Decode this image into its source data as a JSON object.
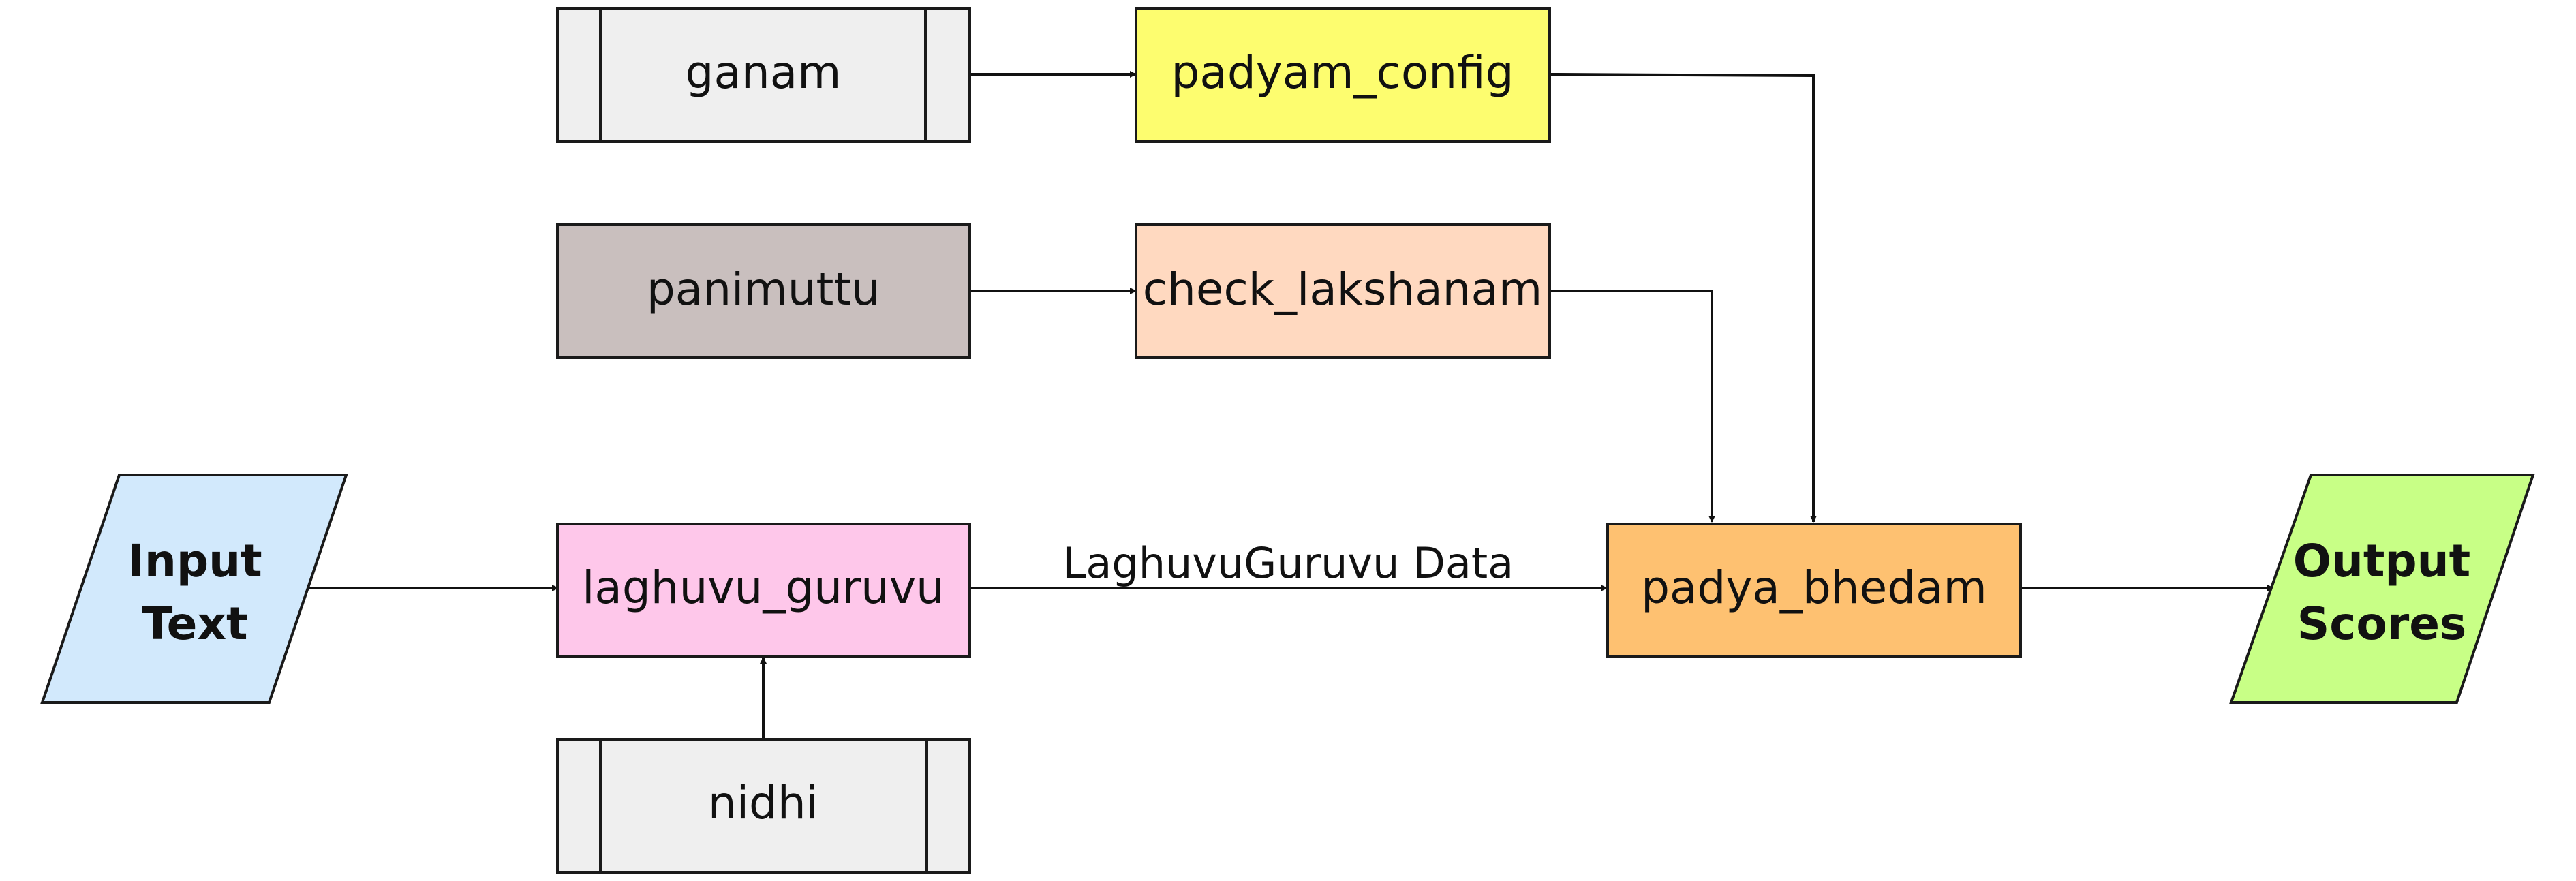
{
  "nodes": {
    "input": {
      "label_line1": "Input",
      "label_line2": "Text",
      "color": "#D2E9FC"
    },
    "ganam": {
      "label": "ganam",
      "color": "#EFEFEF"
    },
    "panimuttu": {
      "label": "panimuttu",
      "color": "#C9BFBE"
    },
    "laghuvu_guruvu": {
      "label": "laghuvu_guruvu",
      "color": "#FEC7EA"
    },
    "nidhi": {
      "label": "nidhi",
      "color": "#EFEFEF"
    },
    "padyam_config": {
      "label": "padyam_config",
      "color": "#FDFD6F"
    },
    "check_lakshanam": {
      "label": "check_lakshanam",
      "color": "#FFD9C0"
    },
    "padya_bhedam": {
      "label": "padya_bhedam",
      "color": "#FEC171"
    },
    "output": {
      "label_line1": "Output",
      "label_line2": "Scores",
      "color": "#C8FF86"
    }
  },
  "edges": {
    "laghuvu_to_bhedam": {
      "label": "LaghuvuGuruvu Data"
    }
  }
}
